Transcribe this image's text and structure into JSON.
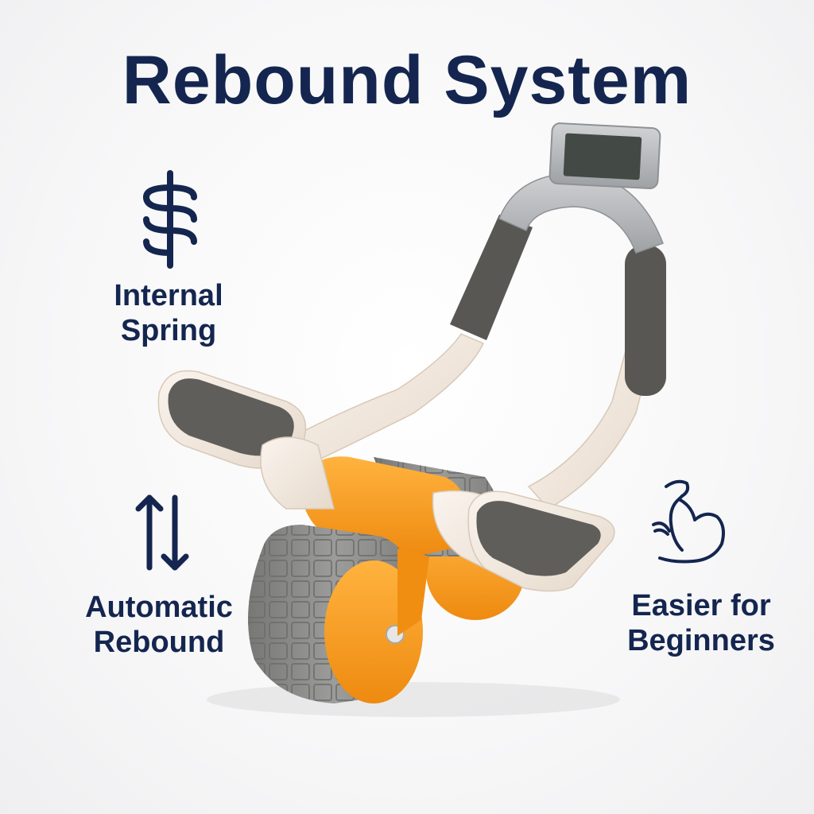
{
  "title": "Rebound System",
  "features": [
    {
      "line1": "Internal",
      "line2": "Spring",
      "icon": "spring-icon"
    },
    {
      "line1": "Automatic",
      "line2": "Rebound",
      "icon": "up-down-arrows-icon"
    },
    {
      "line1": "Easier for",
      "line2": "Beginners",
      "icon": "flexed-arm-icon"
    }
  ],
  "product": {
    "name": "ab-roller-with-digital-counter",
    "icon": "ab-roller-illustration"
  },
  "colors": {
    "text": "#14264f",
    "orange": "#f59a1c",
    "gray_wheel": "#8e8e8c",
    "frame": "#f1e7dc",
    "pad": "#5f5e5b",
    "grip": "#585753",
    "silver": "#b7b9bc"
  }
}
